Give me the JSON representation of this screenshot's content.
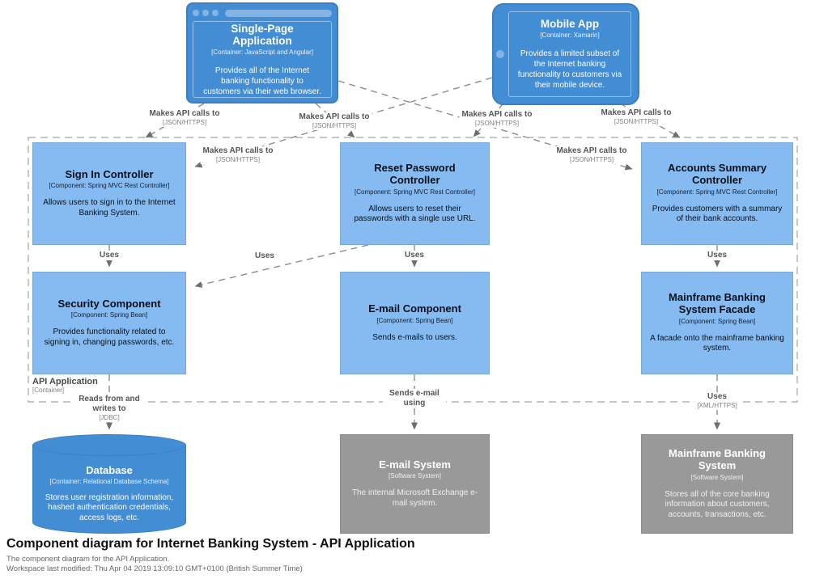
{
  "boundary": {
    "name": "API Application",
    "meta": "[Container]"
  },
  "elements": {
    "spa": {
      "title": "Single-Page Application",
      "meta": "[Container: JavaScript and Angular]",
      "desc": "Provides all of the Internet banking functionality to customers via their web browser."
    },
    "mobile": {
      "title": "Mobile App",
      "meta": "[Container: Xamarin]",
      "desc": "Provides a limited subset of the Internet banking functionality to customers via their mobile device."
    },
    "signin": {
      "title": "Sign In Controller",
      "meta": "[Component: Spring MVC Rest Controller]",
      "desc": "Allows users to sign in to the Internet Banking System."
    },
    "resetpw": {
      "title": "Reset Password Controller",
      "meta": "[Component: Spring MVC Rest Controller]",
      "desc": "Allows users to reset their passwords with a single use URL."
    },
    "accounts": {
      "title": "Accounts Summary Controller",
      "meta": "[Component: Spring MVC Rest Controller]",
      "desc": "Provides customers with a summary of their bank accounts."
    },
    "security": {
      "title": "Security Component",
      "meta": "[Component: Spring Bean]",
      "desc": "Provides functionality related to signing in, changing passwords, etc."
    },
    "email_component": {
      "title": "E-mail Component",
      "meta": "[Component: Spring Bean]",
      "desc": "Sends e-mails to users."
    },
    "facade": {
      "title": "Mainframe Banking System Facade",
      "meta": "[Component: Spring Bean]",
      "desc": "A facade onto the mainframe banking system."
    },
    "database": {
      "title": "Database",
      "meta": "[Container: Relational Database Schema]",
      "desc": "Stores user registration information, hashed authentication credentials, access logs, etc."
    },
    "email_system": {
      "title": "E-mail System",
      "meta": "[Software System]",
      "desc": "The internal Microsoft Exchange e-mail system."
    },
    "mainframe": {
      "title": "Mainframe Banking System",
      "meta": "[Software System]",
      "desc": "Stores all of the core banking information about customers, accounts, transactions, etc."
    }
  },
  "relationships": {
    "makes_api_calls": {
      "label": "Makes API calls to",
      "tech": "[JSON/HTTPS]"
    },
    "uses": {
      "label": "Uses"
    },
    "reads_writes": {
      "label": "Reads from and writes to",
      "tech": "[JDBC]"
    },
    "sends_email": {
      "label": "Sends e-mail using"
    },
    "uses_xml": {
      "label": "Uses",
      "tech": "[XML/HTTPS]"
    }
  },
  "footer": {
    "title": "Component diagram for Internet Banking System - API Application",
    "subtitle": "The component diagram for the API Application.",
    "modified": "Workspace last modified: Thu Apr 04 2019 13:09:10 GMT+0100 (British Summer Time)"
  },
  "colors": {
    "container_blue": "#438dd5",
    "component_blue": "#85bbf0",
    "external_gray": "#999999",
    "line_gray": "#8c8c8c"
  }
}
